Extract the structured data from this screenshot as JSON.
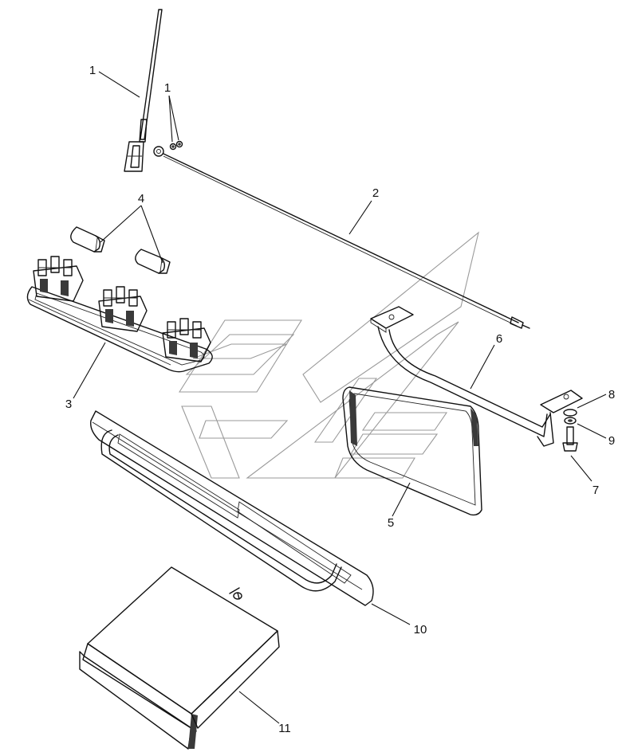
{
  "callouts": {
    "c1a": "1",
    "c1b": "1",
    "c2": "2",
    "c3": "3",
    "c4": "4",
    "c5": "5",
    "c6": "6",
    "c7": "7",
    "c8": "8",
    "c9": "9",
    "c10": "10",
    "c11": "11"
  }
}
